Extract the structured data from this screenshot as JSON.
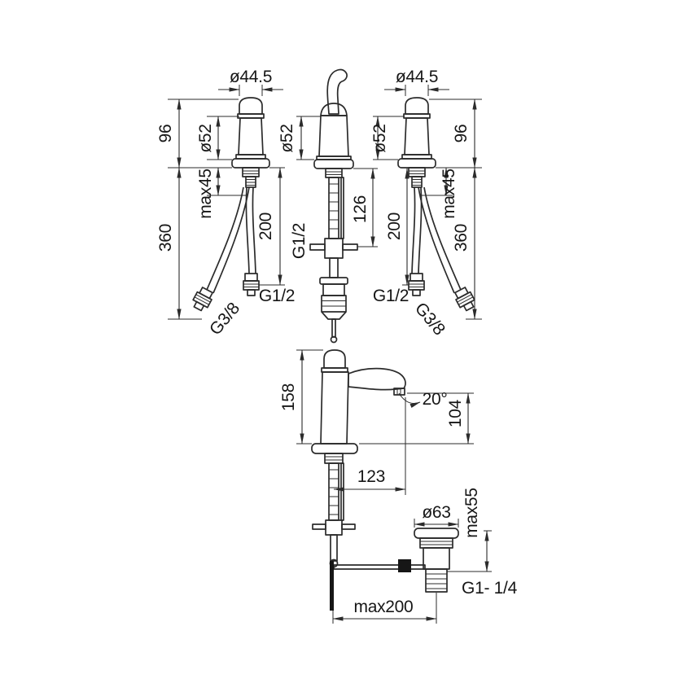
{
  "page": {
    "background": "#ffffff",
    "ink": "#2b2b2b",
    "description": "Faucet technical dimension drawing with three installation views and one side view with pop-up drain"
  },
  "views": {
    "top_left": {
      "dia_cap": "ø44.5",
      "height": "96",
      "dia_flange": "ø52",
      "max_deck": "max45",
      "hose_length": "360",
      "tail_length": "200",
      "thread_main": "G1/2",
      "thread_hose": "G3/8"
    },
    "top_center": {
      "dia_flange": "ø52",
      "thread_main": "G1/2",
      "rod_length": "126"
    },
    "top_right": {
      "dia_cap": "ø44.5",
      "height": "96",
      "dia_flange": "ø52",
      "max_deck": "max45",
      "hose_length": "360",
      "tail_length": "200",
      "thread_main": "G1/2",
      "thread_hose": "G3/8"
    },
    "bottom": {
      "body_height": "158",
      "spout_angle": "20°",
      "outlet_height": "104",
      "spout_reach": "123",
      "dia_drain": "ø63",
      "max_drain_deck": "max55",
      "thread_drain": "G1- 1/4",
      "max_distance": "max200"
    }
  }
}
